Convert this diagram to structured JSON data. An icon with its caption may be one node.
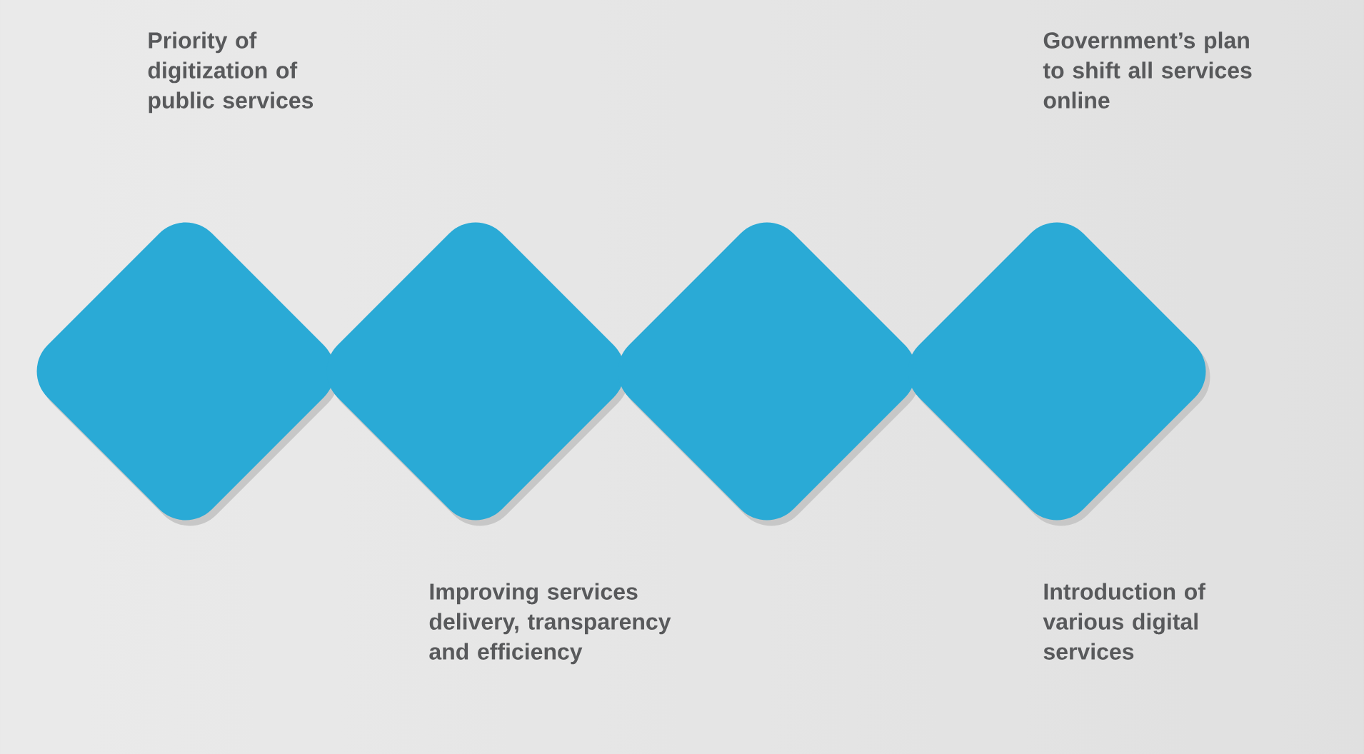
{
  "diagram": {
    "nodes": [
      {
        "text": [],
        "shape": "diamond"
      },
      {
        "text": [],
        "shape": "diamond"
      },
      {
        "text": [],
        "shape": "diamond"
      },
      {
        "text": [],
        "shape": "diamond"
      }
    ],
    "labels": [
      "Priority of digitization of public services",
      "Government’s plan to shift all services online",
      "Improving services delivery, transparency and efficiency",
      "Introduction of various digital services"
    ]
  }
}
